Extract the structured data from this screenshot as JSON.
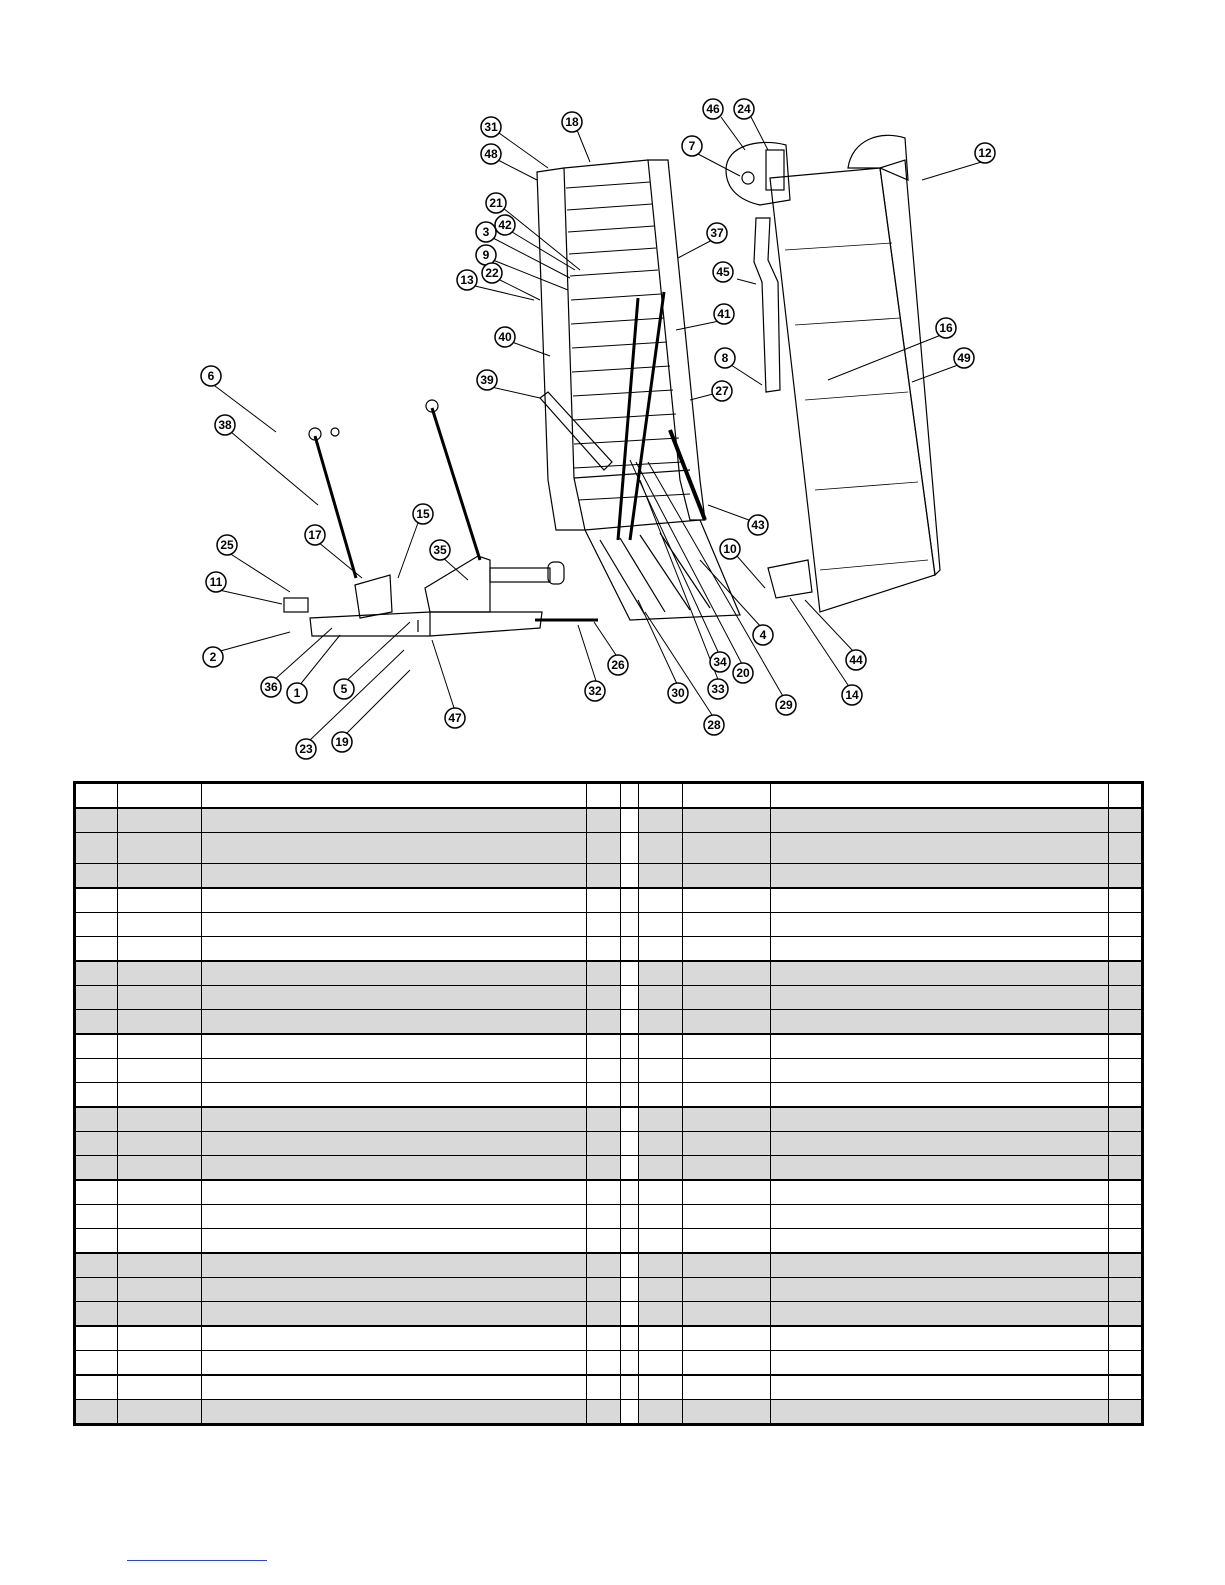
{
  "callouts": [
    "1",
    "2",
    "3",
    "4",
    "5",
    "6",
    "7",
    "8",
    "9",
    "10",
    "11",
    "12",
    "13",
    "14",
    "15",
    "16",
    "17",
    "18",
    "19",
    "20",
    "21",
    "22",
    "23",
    "24",
    "25",
    "26",
    "27",
    "28",
    "29",
    "30",
    "31",
    "32",
    "33",
    "34",
    "35",
    "36",
    "37",
    "38",
    "39",
    "40",
    "41",
    "42",
    "43",
    "44",
    "45",
    "46",
    "47",
    "48",
    "49"
  ],
  "parts_table": {
    "rows": 25,
    "shaded_rows": [
      0,
      1,
      2,
      6,
      7,
      8,
      12,
      13,
      14,
      18,
      19,
      20,
      24
    ],
    "tall_rows": [
      1
    ]
  }
}
